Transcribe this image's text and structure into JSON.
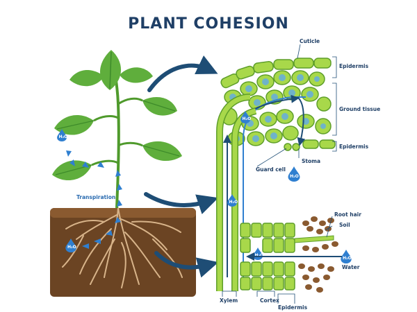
{
  "title": "PLANT COHESION",
  "labels": {
    "transpiration": "Transpiration",
    "cuticle": "Cuticle",
    "epidermis_top": "Epidermis",
    "ground_tissue": "Ground tissue",
    "epidermis_lower": "Epidermis",
    "guard_cell": "Guard cell",
    "stoma": "Stoma",
    "root_hair": "Root hair",
    "soil": "Soil",
    "water": "Water",
    "xylem": "Xylem",
    "cortex": "Cortex",
    "epidermis_bottom": "Epidermis"
  },
  "water_symbol": "H₂O",
  "colors": {
    "title": "#1f3f66",
    "leaf": "#5fae3c",
    "leaf_dark": "#3d8a2a",
    "cell": "#a8d84a",
    "cell_border": "#5e9e2a",
    "nucleus": "#6fb3c9",
    "soil": "#6b4423",
    "arrow": "#1e4d75",
    "water": "#2f7fd0"
  }
}
